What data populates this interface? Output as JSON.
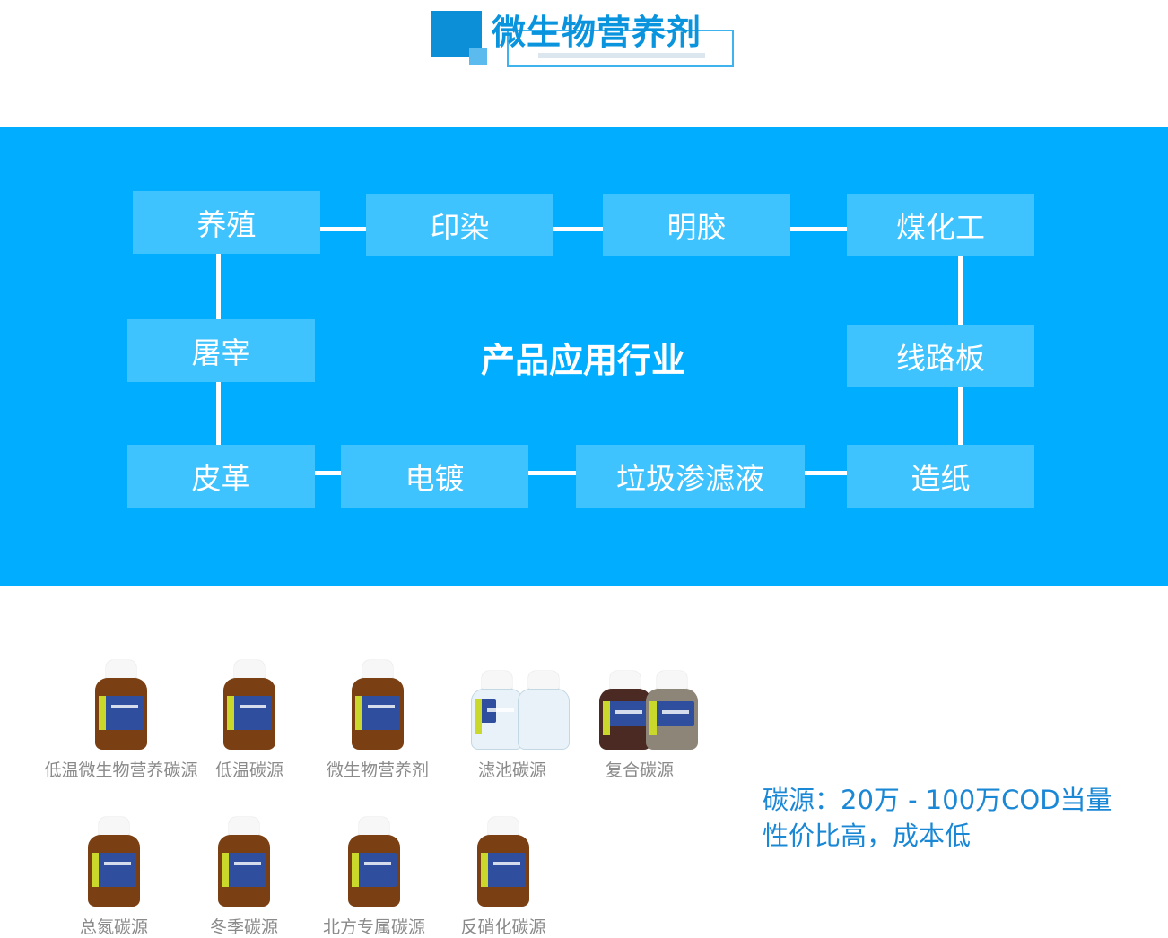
{
  "heading": {
    "title": "微生物营养剂"
  },
  "industries": {
    "center_title": "产品应用行业",
    "items": [
      "养殖",
      "印染",
      "明胶",
      "煤化工",
      "屠宰",
      "线路板",
      "皮革",
      "电镀",
      "垃圾渗滤液",
      "造纸"
    ]
  },
  "products": [
    {
      "name": "低温微生物营养碳源"
    },
    {
      "name": "低温碳源"
    },
    {
      "name": "微生物营养剂"
    },
    {
      "name": "滤池碳源"
    },
    {
      "name": "复合碳源"
    },
    {
      "name": "总氮碳源"
    },
    {
      "name": "冬季碳源"
    },
    {
      "name": "北方专属碳源"
    },
    {
      "name": "反硝化碳源"
    }
  ],
  "info": {
    "line1": "碳源：20万 - 100万COD当量",
    "line2": "性价比高，成本低"
  },
  "colors": {
    "accent": "#0a94de",
    "panel": "#00adff",
    "box": "#3ec3ff",
    "info_text": "#1b88d6",
    "caption": "#8a8a8a"
  }
}
